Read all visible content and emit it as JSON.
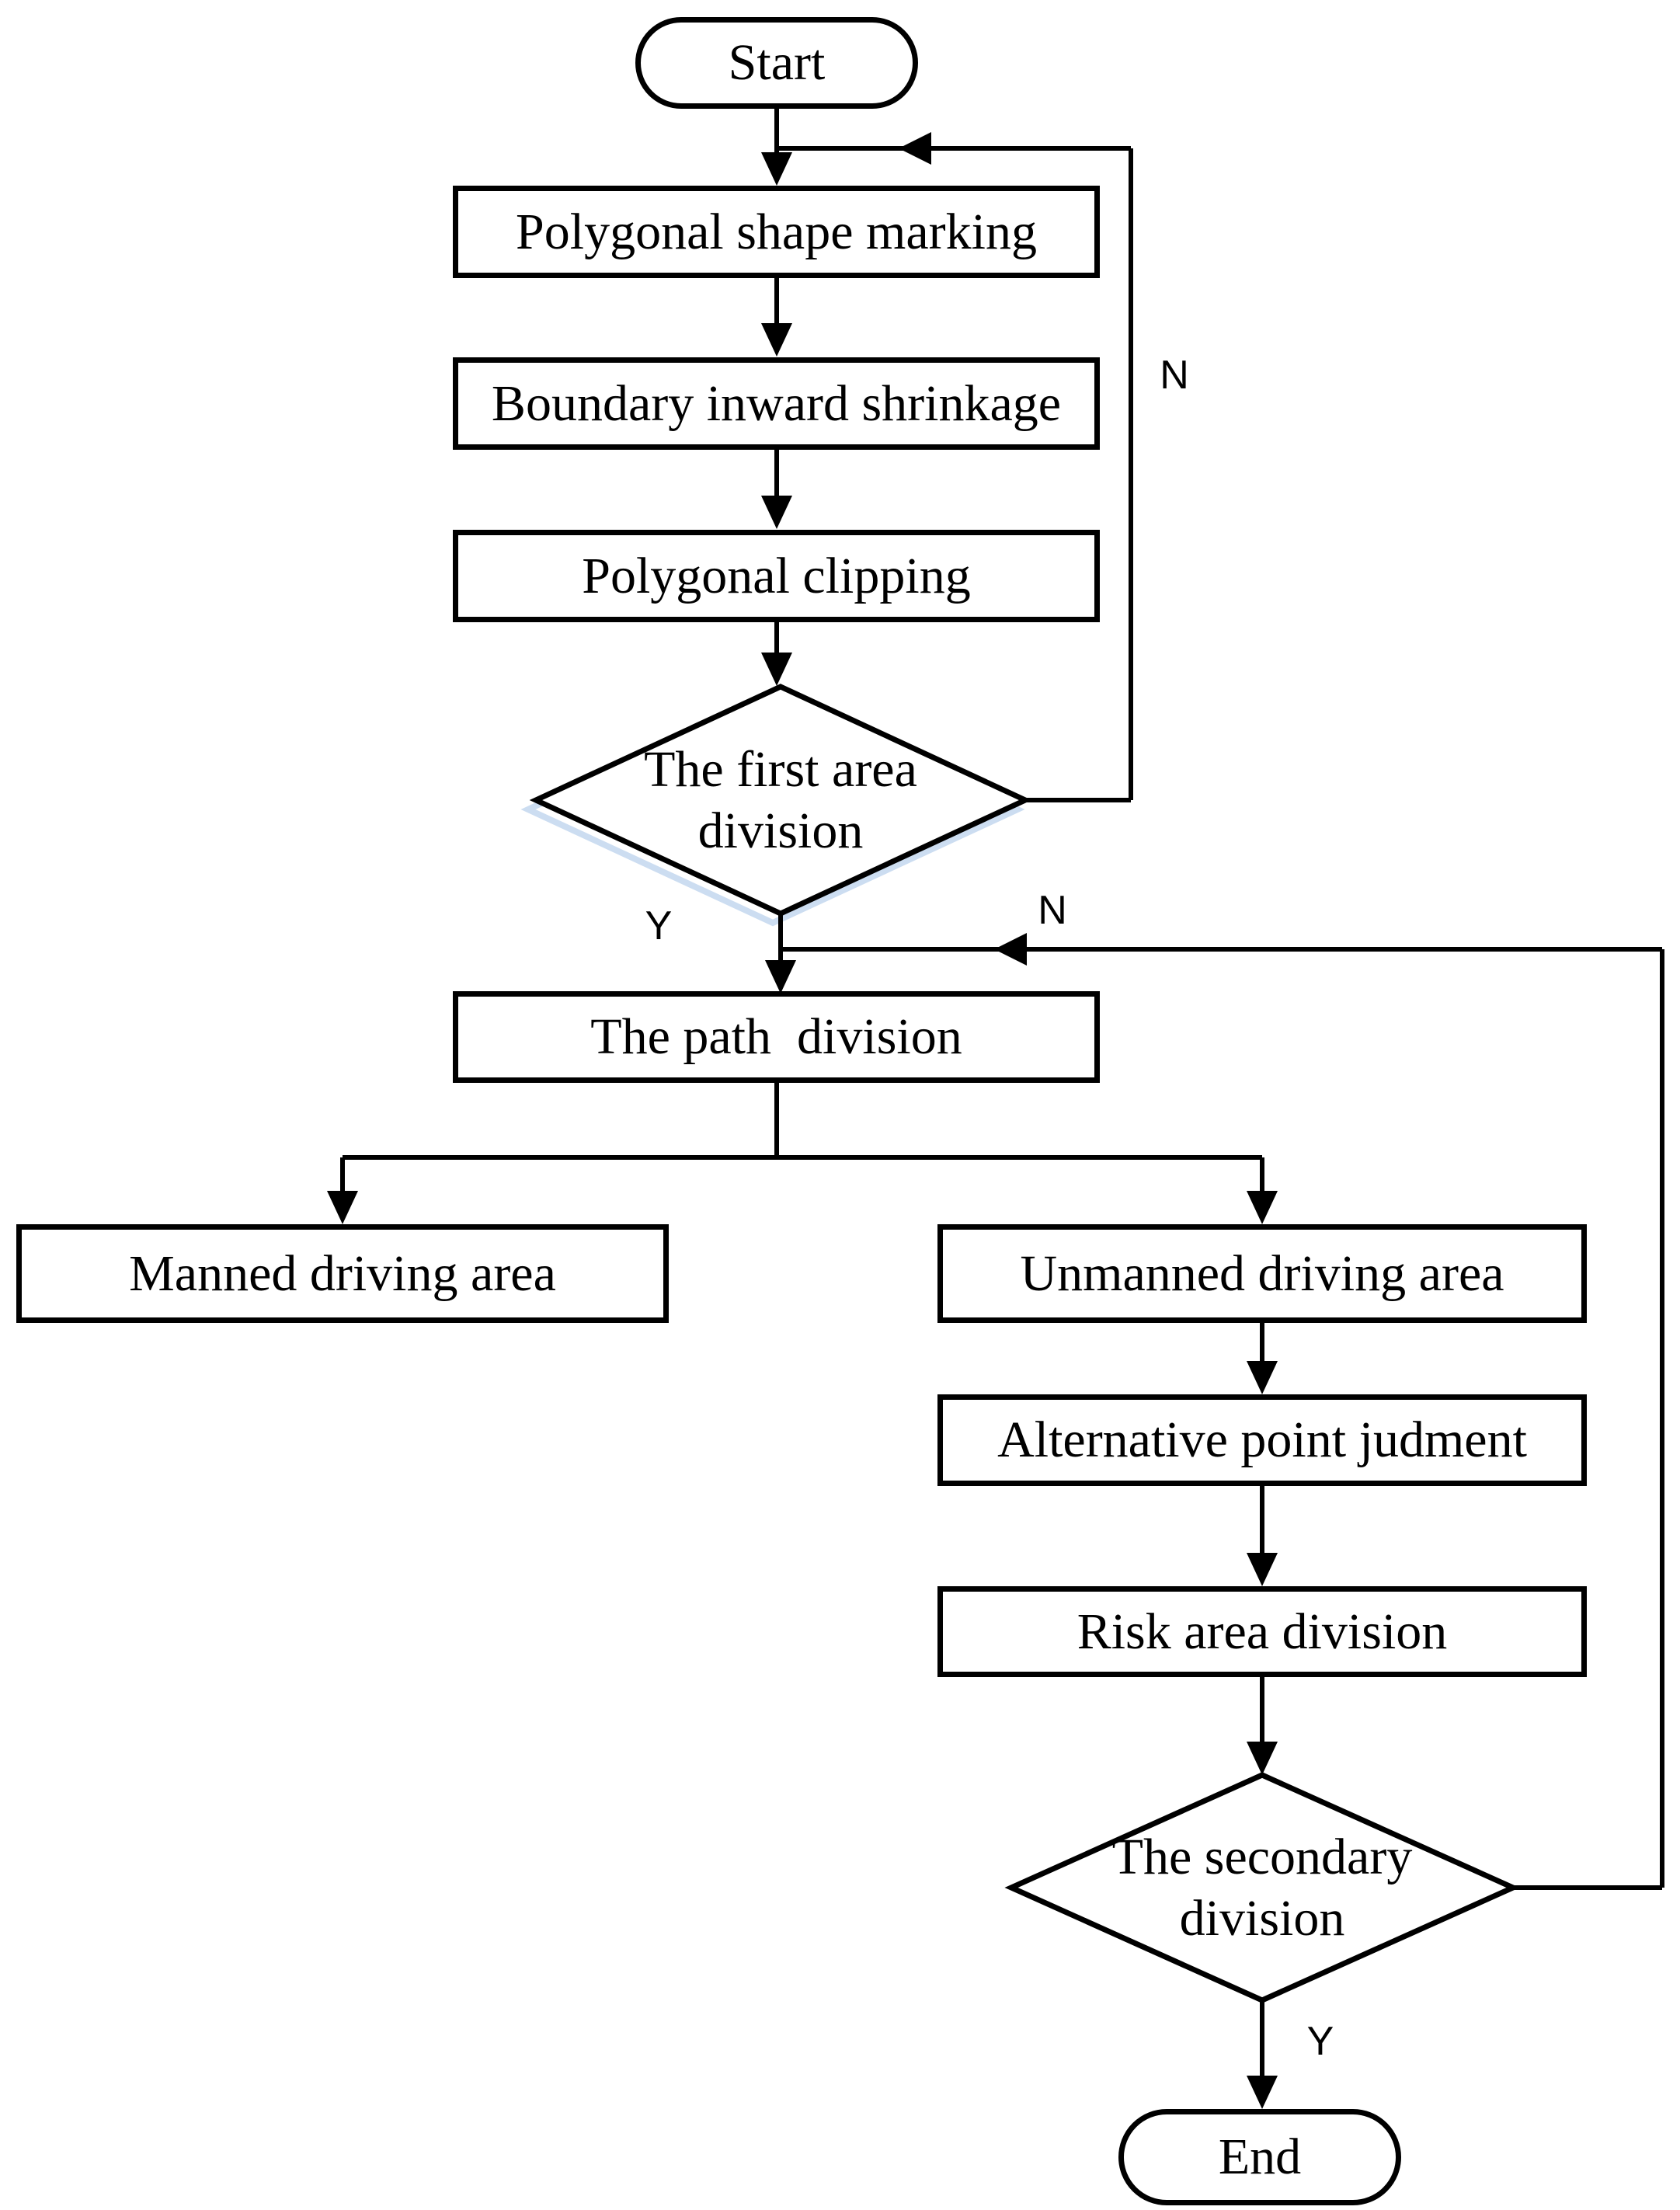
{
  "flowchart": {
    "background_color": "#ffffff",
    "line_color": "#000000",
    "diamond_shadow_color": "#ccddf1",
    "nodes": {
      "start": {
        "type": "terminator",
        "label": "Start"
      },
      "polygonal_shape_marking": {
        "type": "process",
        "label": "Polygonal shape marking"
      },
      "boundary_inward_shrinkage": {
        "type": "process",
        "label": "Boundary inward shrinkage"
      },
      "polygonal_clipping": {
        "type": "process",
        "label": "Polygonal clipping"
      },
      "first_area_division": {
        "type": "decision",
        "label_line1": "The first area",
        "label_line2": "division"
      },
      "path_division": {
        "type": "process",
        "label": "The path  division"
      },
      "manned_driving_area": {
        "type": "process",
        "label": "Manned driving area"
      },
      "unmanned_driving_area": {
        "type": "process",
        "label": "Unmanned driving area"
      },
      "alternative_point_judment": {
        "type": "process",
        "label": "Alternative point judment"
      },
      "risk_area_division": {
        "type": "process",
        "label": "Risk area division"
      },
      "secondary_division": {
        "type": "decision",
        "label_line1": "The secondary",
        "label_line2": "division"
      },
      "end": {
        "type": "terminator",
        "label": "End"
      }
    },
    "edge_labels": {
      "first_division_no": "N",
      "first_division_yes": "Y",
      "secondary_division_no": "N",
      "secondary_division_yes": "Y"
    }
  }
}
